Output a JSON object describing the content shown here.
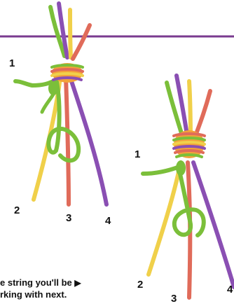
{
  "illustration": {
    "labels_left": {
      "one": "1",
      "two": "2",
      "three": "3",
      "four": "4"
    },
    "labels_right": {
      "one": "1",
      "two": "2",
      "three": "3",
      "four": "4"
    },
    "caption_line1": "e string you'll be",
    "caption_line2": "rking with next.",
    "caption_arrow": "▶",
    "colors": {
      "bar": "#7a3b8f",
      "green": "#7bbf3a",
      "yellow": "#f0d04a",
      "red": "#e06b5a",
      "purple": "#8a4fb3",
      "orange": "#f2a23a"
    }
  }
}
